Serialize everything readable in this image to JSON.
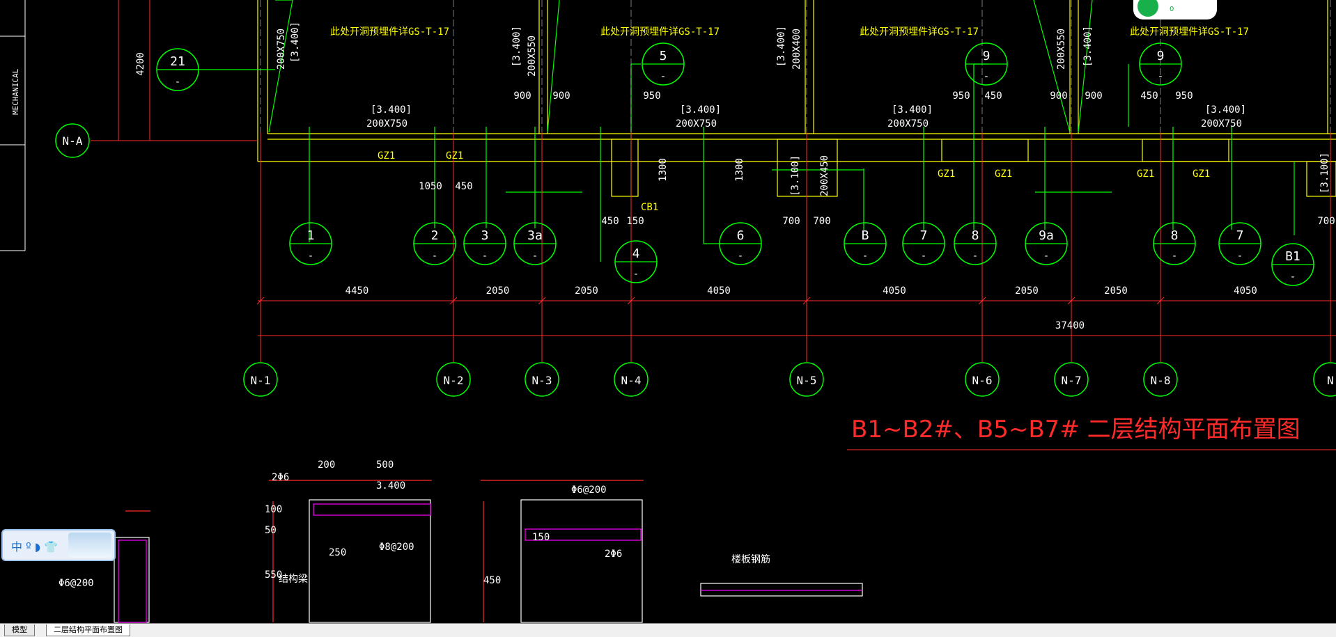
{
  "app": {
    "tabs": [
      {
        "label": "模型",
        "active": false
      },
      {
        "label": "二层结构平面布置图",
        "active": true
      }
    ],
    "side_label": "MECHANICAL",
    "ime_text": "中 º ◗ 👕",
    "wifi_battery": "0"
  },
  "drawing": {
    "title": "B1~B2#、B5~B7# 二层结构平面布置图",
    "embedded_note": "此处开洞预埋件详GS-T-17",
    "total_dim": "37400",
    "spans": [
      "4450",
      "2050",
      "2050",
      "4050",
      "4050",
      "2050",
      "2050",
      "4050"
    ],
    "grid_labels": [
      "N-1",
      "N-2",
      "N-3",
      "N-4",
      "N-5",
      "N-6",
      "N-7",
      "N-8",
      "N"
    ],
    "row_axis": "N-A",
    "row_dim": "4200",
    "beam_tag": "[3.400]",
    "beam_sizes": [
      "200X750",
      "200X550",
      "200X400",
      "200X450"
    ],
    "gz": "GZ1",
    "cb": "CB1",
    "elevation_tag": "[3.100]",
    "callouts_top": [
      "21",
      "5",
      "9",
      "9"
    ],
    "callouts_bottom": [
      "1",
      "2",
      "3",
      "3a",
      "4",
      "6",
      "B",
      "7",
      "8",
      "9a",
      "8",
      "7",
      "B1"
    ],
    "callout_sub": "-",
    "dims_small": [
      "900",
      "900",
      "950",
      "950",
      "450",
      "900",
      "900",
      "450",
      "950",
      "1050",
      "450",
      "450",
      "150",
      "700",
      "700",
      "700",
      "1300",
      "1300"
    ],
    "section_texts": [
      "2Φ6",
      "200",
      "500",
      "3.400",
      "Φ8@200",
      "Φ6@200",
      "100",
      "50",
      "550",
      "250",
      "150",
      "450",
      "结构梁",
      "楼板钢筋",
      "Φ6@200",
      "2Φ6"
    ]
  }
}
